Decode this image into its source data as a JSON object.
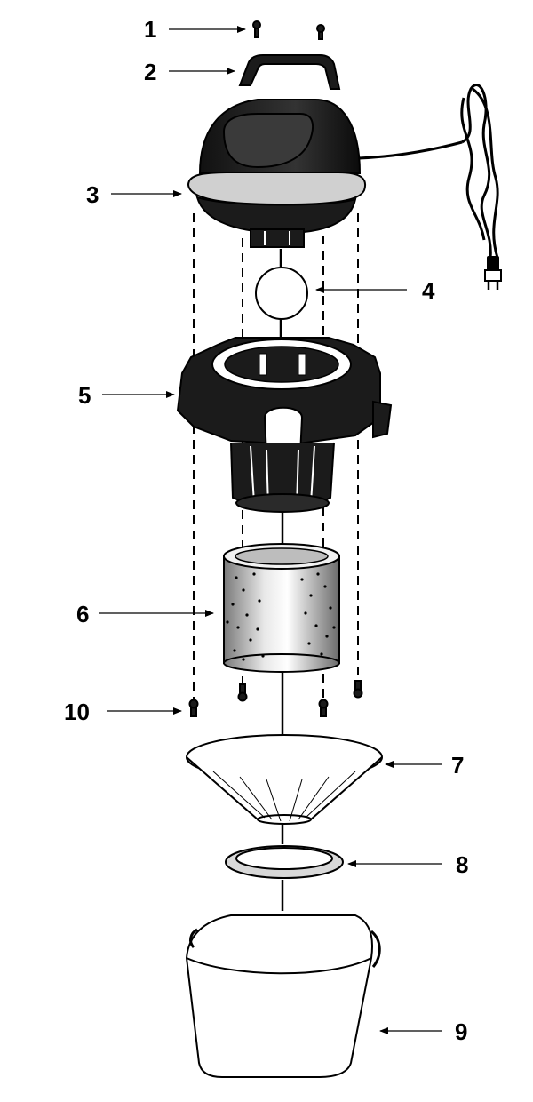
{
  "callouts": [
    {
      "id": "1",
      "label": "1"
    },
    {
      "id": "2",
      "label": "2"
    },
    {
      "id": "3",
      "label": "3"
    },
    {
      "id": "4",
      "label": "4"
    },
    {
      "id": "5",
      "label": "5"
    },
    {
      "id": "6",
      "label": "6"
    },
    {
      "id": "7",
      "label": "7"
    },
    {
      "id": "8",
      "label": "8"
    },
    {
      "id": "9",
      "label": "9"
    },
    {
      "id": "10",
      "label": "10"
    }
  ],
  "colors": {
    "ink": "#000000",
    "dark_part": "#1b1b1b",
    "filter_gray": "#b0b0b0",
    "background": "#ffffff"
  }
}
